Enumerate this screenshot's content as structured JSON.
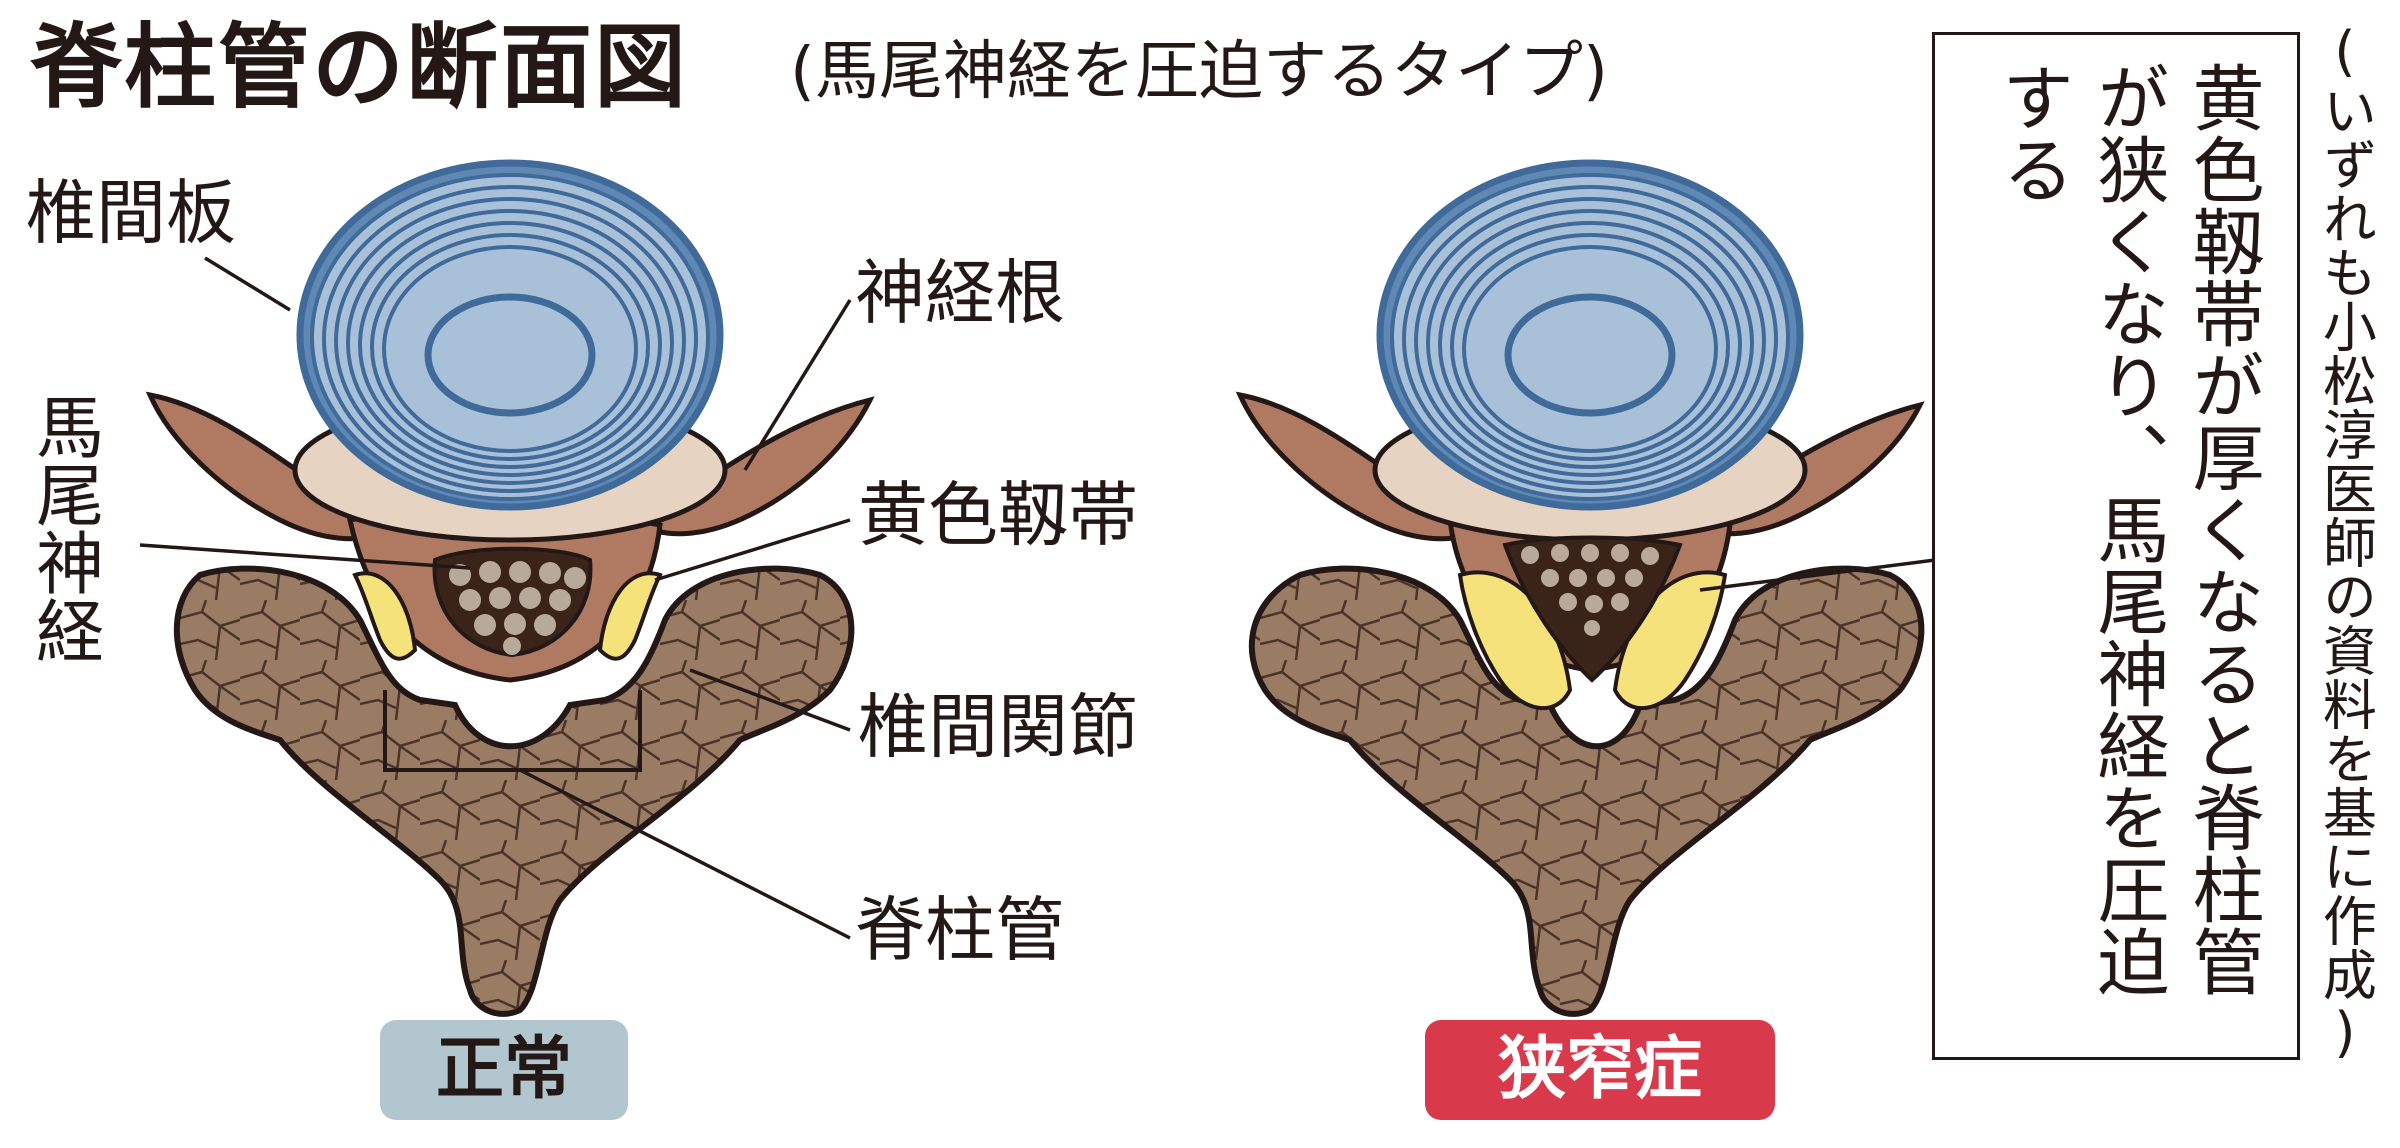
{
  "title": {
    "main": "脊柱管の断面図",
    "sub": "(馬尾神経を圧迫するタイプ)"
  },
  "labels": {
    "disc": "椎間板",
    "nerve_root": "神経根",
    "cauda_equina": "馬尾神経",
    "ligamentum_flavum": "黄色靱帯",
    "facet_joint": "椎間関節",
    "spinal_canal": "脊柱管"
  },
  "badges": {
    "normal": "正常",
    "stenosis": "狭窄症"
  },
  "callout": "黄色靱帯が厚くなると脊柱管が狭くなり、馬尾神経を圧迫する",
  "source": "(いずれも小松淳医師の資料を基に作成)",
  "colors": {
    "disc_blue": "#a9c1d8",
    "disc_ring": "#3f6a9a",
    "bone_tan": "#9a7b63",
    "bone_crack": "#4a3328",
    "ligament_yellow": "#f6e27a",
    "nerve_root": "#b07a62",
    "cauda_dark": "#3a2419",
    "badge_normal": "#b2c6d0",
    "badge_stenosis": "#d83a4b"
  }
}
